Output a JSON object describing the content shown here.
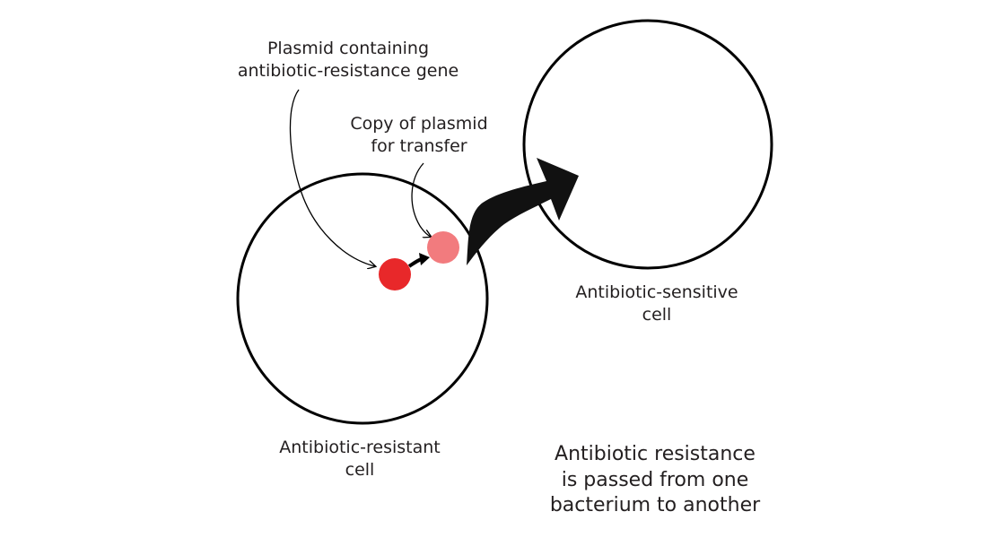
{
  "labels": {
    "plasmid": {
      "line1": "Plasmid containing",
      "line2": "antibiotic-resistance gene"
    },
    "copy": {
      "line1": "Copy of plasmid",
      "line2": "for transfer"
    },
    "resistant_cell": {
      "line1": "Antibiotic-resistant",
      "line2": "cell"
    },
    "sensitive_cell": {
      "line1": "Antibiotic-sensitive",
      "line2": "cell"
    },
    "caption": {
      "line1": "Antibiotic resistance",
      "line2": "is passed from one",
      "line3": "bacterium to another"
    }
  },
  "colors": {
    "plasmid": "#e8282a",
    "plasmid_copy": "#f27b7e",
    "outline": "#000000",
    "text": "#231f20"
  }
}
